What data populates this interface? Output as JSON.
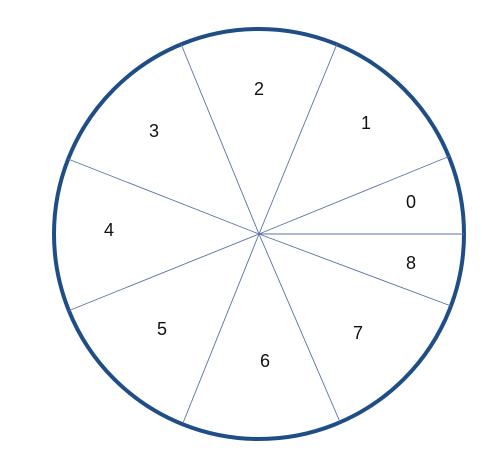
{
  "colors": {
    "rim": "#1f4e86",
    "spoke": "#5a73a0"
  },
  "sectors": [
    {
      "label": "0"
    },
    {
      "label": "1"
    },
    {
      "label": "2"
    },
    {
      "label": "3"
    },
    {
      "label": "4"
    },
    {
      "label": "5"
    },
    {
      "label": "6"
    },
    {
      "label": "7"
    },
    {
      "label": "8"
    }
  ]
}
